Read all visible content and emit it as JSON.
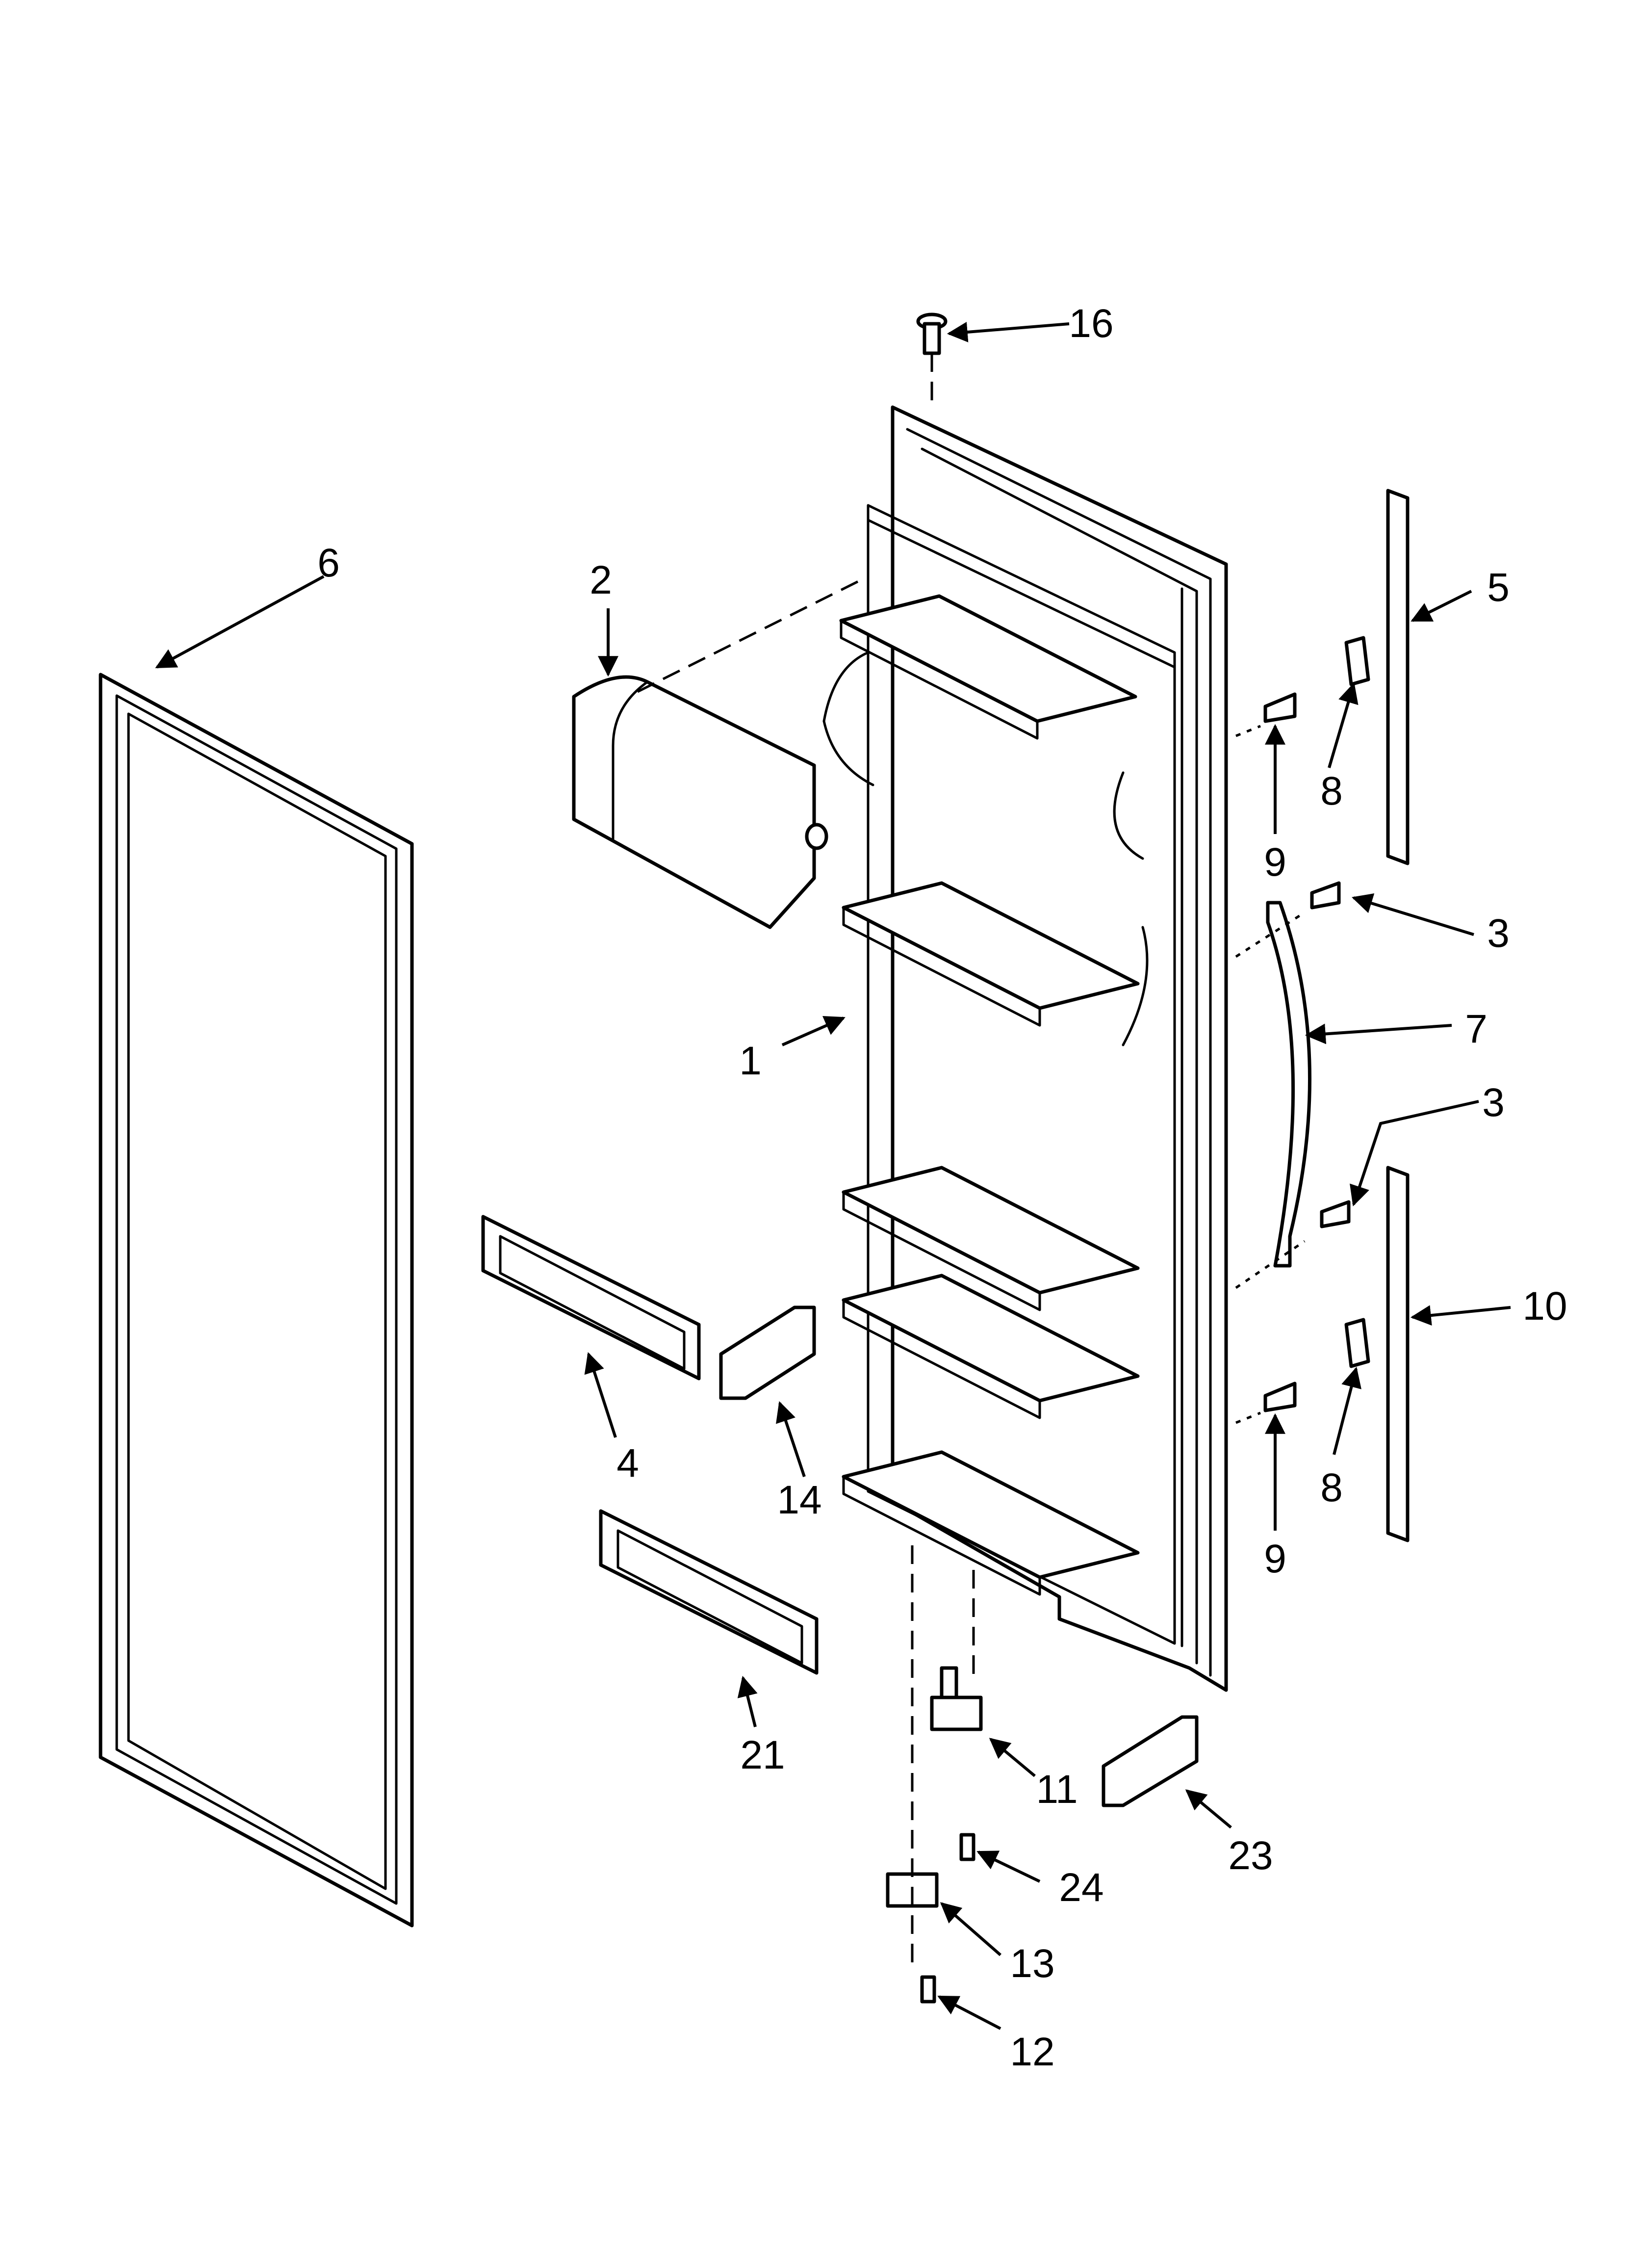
{
  "diagram": {
    "callouts": [
      {
        "id": "1",
        "label": "1"
      },
      {
        "id": "2",
        "label": "2"
      },
      {
        "id": "3a",
        "label": "3"
      },
      {
        "id": "3b",
        "label": "3"
      },
      {
        "id": "4",
        "label": "4"
      },
      {
        "id": "5",
        "label": "5"
      },
      {
        "id": "6",
        "label": "6"
      },
      {
        "id": "7",
        "label": "7"
      },
      {
        "id": "8a",
        "label": "8"
      },
      {
        "id": "8b",
        "label": "8"
      },
      {
        "id": "9a",
        "label": "9"
      },
      {
        "id": "9b",
        "label": "9"
      },
      {
        "id": "10",
        "label": "10"
      },
      {
        "id": "11",
        "label": "11"
      },
      {
        "id": "12",
        "label": "12"
      },
      {
        "id": "13",
        "label": "13"
      },
      {
        "id": "14",
        "label": "14"
      },
      {
        "id": "16",
        "label": "16"
      },
      {
        "id": "21",
        "label": "21"
      },
      {
        "id": "23",
        "label": "23"
      },
      {
        "id": "24",
        "label": "24"
      }
    ]
  }
}
